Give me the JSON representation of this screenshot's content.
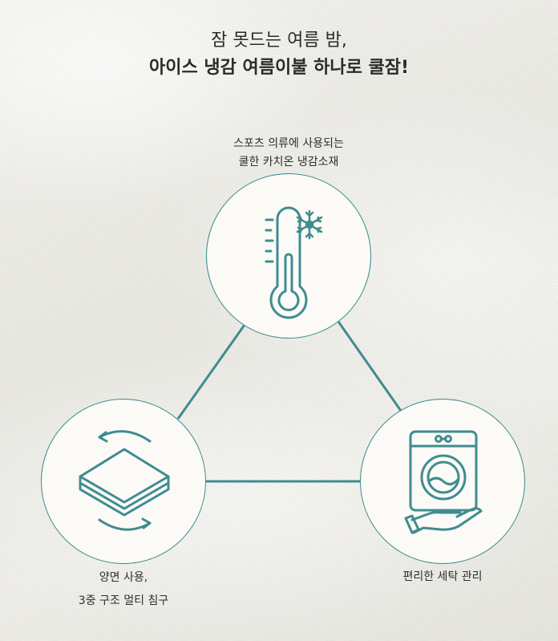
{
  "headline": {
    "line1": "잠 못드는 여름 밤,",
    "line2": "아이스 냉감 여름이불 하나로 쿨잠!"
  },
  "features": [
    {
      "icon": "thermometer-snowflake-icon",
      "line1": "스포츠 의류에 사용되는",
      "line2": "쿨한 카치온 냉감소재"
    },
    {
      "icon": "reversible-layers-icon",
      "line1": "양면 사용,",
      "line2": "3중 구조 멀티 침구"
    },
    {
      "icon": "washing-machine-icon",
      "line1": "편리한 세탁 관리"
    }
  ],
  "colors": {
    "accent": "#3f8c90",
    "text": "#2b2b2b",
    "circle_fill": "#fbfaf6"
  }
}
